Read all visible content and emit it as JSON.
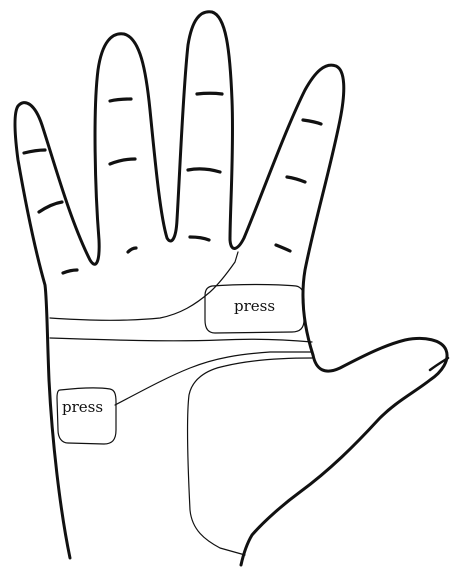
{
  "image": {
    "subject": "hand-outline",
    "line_color": "#111111",
    "background_color": "#ffffff"
  },
  "labels": {
    "press_upper": "press",
    "press_lower": "press"
  }
}
